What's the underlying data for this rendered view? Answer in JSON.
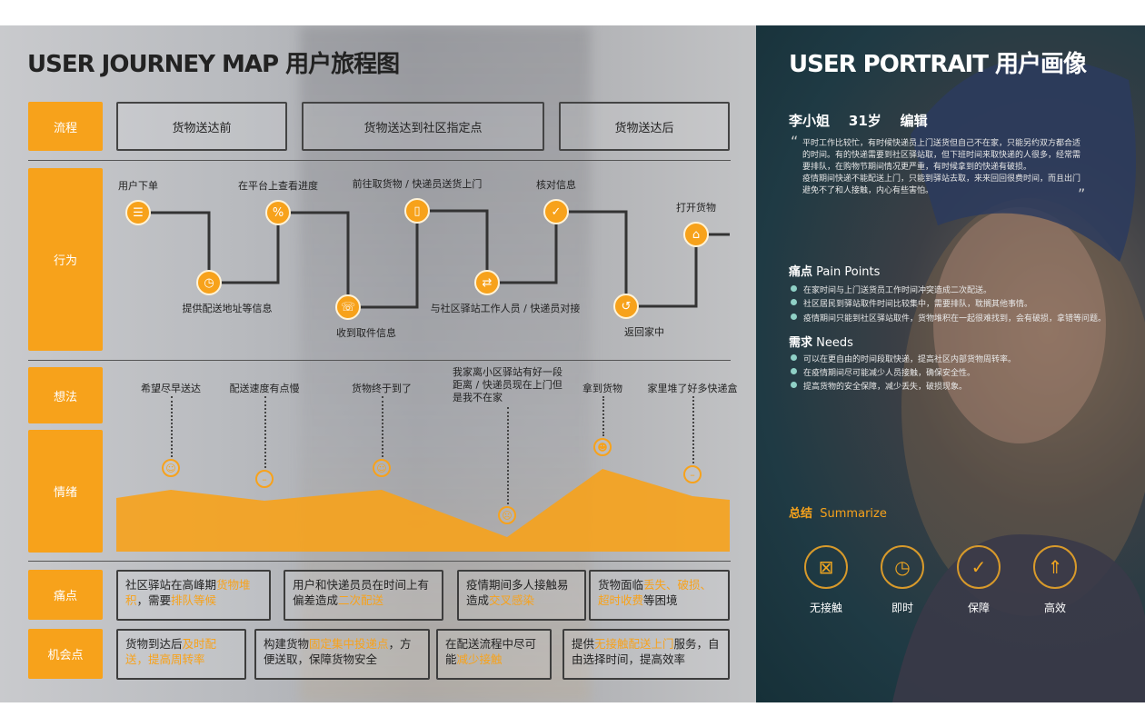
{
  "journey": {
    "title": "USER JOURNEY MAP  用户旅程图",
    "row_labels": {
      "process": "流程",
      "behavior": "行为",
      "thoughts": "想法",
      "emotion": "情绪",
      "pain": "痛点",
      "opportunity": "机会点"
    },
    "stages": [
      "货物送达前",
      "货物送达到社区指定点",
      "货物送达后"
    ],
    "actions": [
      {
        "label": "用户下单",
        "icon": "order-icon"
      },
      {
        "label": "提供配送地址等信息",
        "icon": "clock-icon"
      },
      {
        "label": "在平台上查看进度",
        "icon": "progress-icon"
      },
      {
        "label": "收到取件信息",
        "icon": "phone-icon"
      },
      {
        "label": "前往取货物 / 快递员送货上门",
        "icon": "door-icon"
      },
      {
        "label": "与社区驿站工作人员 / 快递员对接",
        "icon": "exchange-icon"
      },
      {
        "label": "核对信息",
        "icon": "clipboard-check-icon"
      },
      {
        "label": "返回家中",
        "icon": "return-icon"
      },
      {
        "label": "打开货物",
        "icon": "open-box-icon"
      }
    ],
    "thoughts": [
      "希望尽早送达",
      "配送速度有点慢",
      "货物终于到了",
      "我家离小区驿站有好一段距离 / 快递员现在上门但是我不在家",
      "拿到货物",
      "家里堆了好多快递盒"
    ],
    "emotions": [
      {
        "mood": "smile",
        "level": 0.62
      },
      {
        "mood": "neutral",
        "level": 0.5
      },
      {
        "mood": "smile",
        "level": 0.62
      },
      {
        "mood": "sad",
        "level": 0.1
      },
      {
        "mood": "happy",
        "level": 0.85
      },
      {
        "mood": "neutral",
        "level": 0.55
      }
    ],
    "pain_points": [
      [
        {
          "t": "社区驿站在高峰期"
        },
        {
          "t": "货物堆积",
          "h": 1
        },
        {
          "t": "，需要"
        },
        {
          "t": "排队等候",
          "h": 1
        }
      ],
      [
        {
          "t": "用户和快递员员在时间上有偏差造成"
        },
        {
          "t": "二次配送",
          "h": 1
        }
      ],
      [
        {
          "t": "疫情期间多人接触易造成"
        },
        {
          "t": "交叉感染",
          "h": 1
        }
      ],
      [
        {
          "t": "货物面临"
        },
        {
          "t": "丢失、破损、超时收费",
          "h": 1
        },
        {
          "t": "等困境"
        }
      ]
    ],
    "opportunities": [
      [
        {
          "t": "货物到达后"
        },
        {
          "t": "及时配送，提高周转率",
          "h": 1
        }
      ],
      [
        {
          "t": "构建货物"
        },
        {
          "t": "固定集中投递点",
          "h": 1
        },
        {
          "t": "，方便送取，保障货物安全"
        }
      ],
      [
        {
          "t": "在配送流程中尽可能"
        },
        {
          "t": "减少接触",
          "h": 1
        }
      ],
      [
        {
          "t": "提供"
        },
        {
          "t": "无接触配送上门",
          "h": 1
        },
        {
          "t": "服务，自由选择时间，提高效率"
        }
      ]
    ]
  },
  "portrait": {
    "title": "USER PORTRAIT  用户画像",
    "name": "李小姐",
    "age": "31岁",
    "job": "编辑",
    "quote_open": "“",
    "quote_close": "”",
    "quote": "平时工作比较忙，有时候快递员上门送货但自己不在家，只能另约双方都合适的时间。有的快递需要到社区驿站取，但下班时间来取快递的人很多，经常需要排队，在购物节期间情况更严重，有时候拿到的快递有破损。\n疫情期间快递不能配送上门，只能到驿站去取，来来回回很费时间，而且出门避免不了和人接触，内心有些害怕。",
    "pain_title": "痛点",
    "pain_en": "Pain Points",
    "pains": [
      "在家时间与上门送货员工作时间冲突造成二次配送。",
      "社区居民到驿站取件时间比较集中，需要排队，耽搁其他事情。",
      "疫情期间只能到社区驿站取件，货物堆积在一起很难找到，会有破损，拿错等问题。"
    ],
    "needs_title": "需求",
    "needs_en": "Needs",
    "needs": [
      "可以在更自由的时间段取快递，提高社区内部货物周转率。",
      "在疫情期间尽可能减少人员接触，确保安全性。",
      "提高货物的安全保障，减少丢失，破损现象。"
    ],
    "summary_title": "总结",
    "summary_en": "Summarize",
    "features": [
      {
        "label": "无接触",
        "icon": "no-contact-icon"
      },
      {
        "label": "即时",
        "icon": "timer-icon"
      },
      {
        "label": "保障",
        "icon": "shield-check-icon"
      },
      {
        "label": "高效",
        "icon": "rocket-icon"
      }
    ],
    "accent": "#f7a21b"
  }
}
